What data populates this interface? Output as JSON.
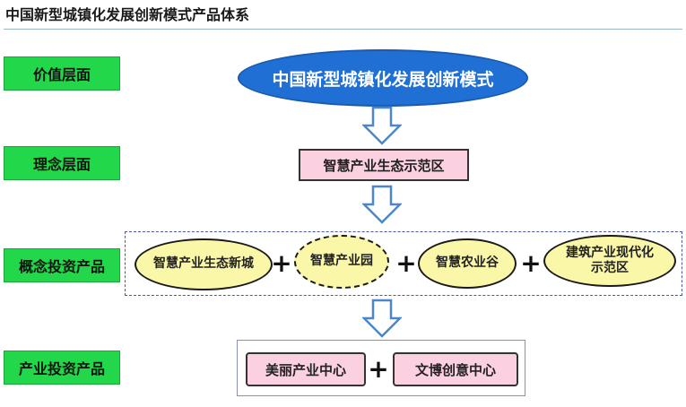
{
  "title": "中国新型城镇化发展创新模式产品体系",
  "levels": {
    "value": "价值层面",
    "concept": "理念层面",
    "investment_concept": "概念投资产品",
    "industry_investment": "产业投资产品"
  },
  "top_ellipse": "中国新型城镇化发展创新模式",
  "concept_box": "智慧产业生态示范区",
  "concept_products": [
    "智慧产业生态新城",
    "智慧产业园",
    "智慧农业谷",
    "建筑产业现代化示范区"
  ],
  "industry_products": [
    "美丽产业中心",
    "文博创意中心"
  ],
  "plus_sign": "+",
  "colors": {
    "level_green": "#22d84a",
    "ellipse_blue": "#1f6fd4",
    "pink": "#fbd0e0",
    "yellow": "#fbf7a8",
    "arrow_blue": "#4a86c8"
  }
}
